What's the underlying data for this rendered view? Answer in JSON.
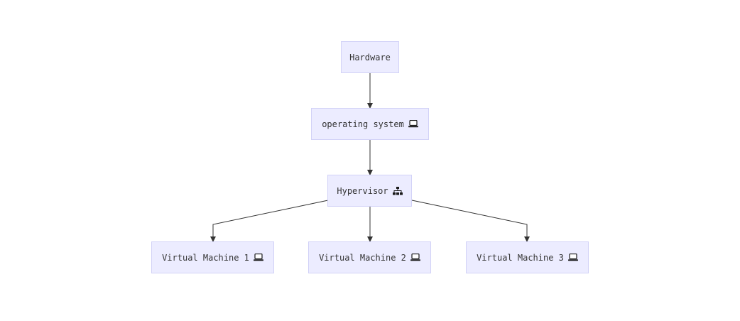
{
  "diagram": {
    "type": "flowchart",
    "direction": "top-down",
    "colors": {
      "node_fill": "#ececff",
      "node_border": "#d2d2f7",
      "edge": "#333333",
      "text": "#333333"
    },
    "nodes": {
      "hardware": {
        "label": "Hardware",
        "icon": ""
      },
      "os": {
        "label": "operating system",
        "icon": "laptop-icon"
      },
      "hypervisor": {
        "label": "Hypervisor",
        "icon": "sitemap-icon"
      },
      "vm1": {
        "label": "Virtual Machine 1",
        "icon": "laptop-icon"
      },
      "vm2": {
        "label": "Virtual Machine 2",
        "icon": "laptop-icon"
      },
      "vm3": {
        "label": "Virtual Machine 3",
        "icon": "laptop-icon"
      }
    },
    "edges": [
      {
        "from": "hardware",
        "to": "os"
      },
      {
        "from": "os",
        "to": "hypervisor"
      },
      {
        "from": "hypervisor",
        "to": "vm1"
      },
      {
        "from": "hypervisor",
        "to": "vm2"
      },
      {
        "from": "hypervisor",
        "to": "vm3"
      }
    ]
  }
}
